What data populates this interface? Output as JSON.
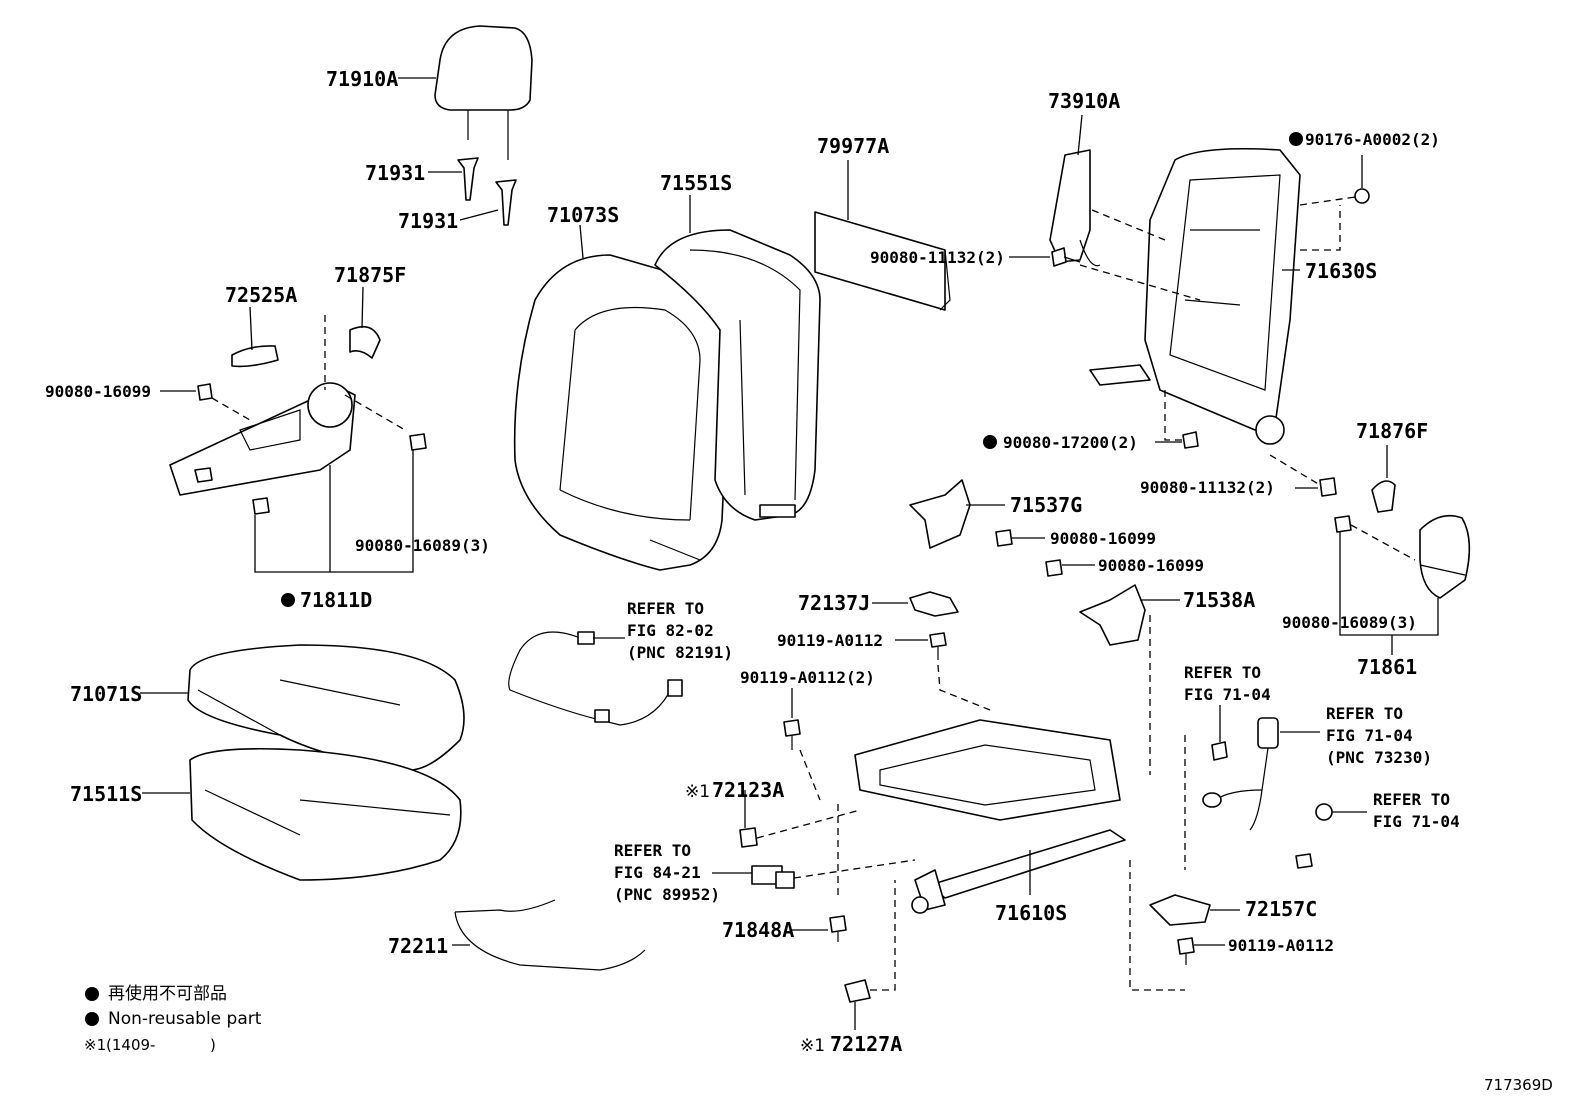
{
  "labels": {
    "p71910A": "71910A",
    "p71931a": "71931",
    "p71931b": "71931",
    "p71073S": "71073S",
    "p71551S": "71551S",
    "p79977A": "79977A",
    "p73910A": "73910A",
    "p90176": "90176-A0002(2)",
    "p72525A": "72525A",
    "p71875F": "71875F",
    "p90080_16099a": "90080-16099",
    "p90080_16089a": "90080-16089(3)",
    "p71811D": "71811D",
    "p90080_11132a": "90080-11132(2)",
    "p71630S": "71630S",
    "p90080_17200": "90080-17200(2)",
    "p71876F": "71876F",
    "p90080_11132b": "90080-11132(2)",
    "p71537G": "71537G",
    "p90080_16099b": "90080-16099",
    "p90080_16099c": "90080-16099",
    "p71538A": "71538A",
    "p90080_16089b": "90080-16089(3)",
    "p71861": "71861",
    "p72137J": "72137J",
    "p90119a": "90119-A0112",
    "p90119b": "90119-A0112(2)",
    "p71071S": "71071S",
    "p71511S": "71511S",
    "p72123A": "72123A",
    "p71848A": "71848A",
    "p71610S": "71610S",
    "p72157C": "72157C",
    "p90119c": "90119-A0112",
    "p72211": "72211",
    "p72127A": "72127A"
  },
  "refs": {
    "r1_l1": "REFER TO",
    "r1_l2": "FIG 82-02",
    "r1_l3": "(PNC 82191)",
    "r2_l1": "REFER TO",
    "r2_l2": "FIG 84-21",
    "r2_l3": "(PNC 89952)",
    "r3_l1": "REFER TO",
    "r3_l2": "FIG 71-04",
    "r4_l1": "REFER TO",
    "r4_l2": "FIG 71-04",
    "r4_l3": "(PNC 73230)",
    "r5_l1": "REFER TO",
    "r5_l2": "FIG 71-04"
  },
  "marks": {
    "note_mark_a": "※1",
    "note_mark_b": "※1"
  },
  "legend": {
    "jp": "再使用不可部品",
    "en": "Non-reusable part",
    "note_mark": "※1",
    "note_text": "(1409-",
    "note_close": ")"
  },
  "figure_id": "717369D"
}
